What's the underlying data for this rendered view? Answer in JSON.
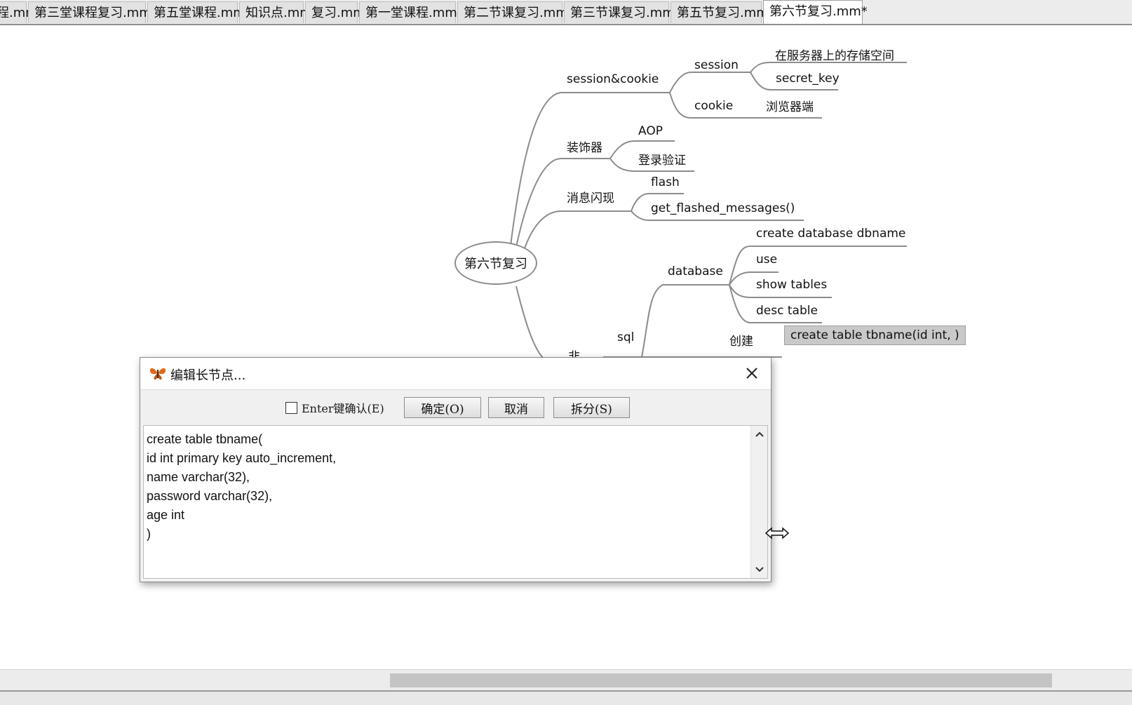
{
  "tabs": [
    {
      "label": "程.mm"
    },
    {
      "label": "第三堂课程复习.mm"
    },
    {
      "label": "第五堂课程.mm"
    },
    {
      "label": "知识点.mm"
    },
    {
      "label": "复习.mm"
    },
    {
      "label": "第一堂课程.mm"
    },
    {
      "label": "第二节课复习.mm"
    },
    {
      "label": "第三节课复习.mm"
    },
    {
      "label": "第五节复习.mm"
    },
    {
      "label": "第六节复习.mm*"
    }
  ],
  "mindmap": {
    "root": "第六节复习",
    "session_cookie": "session&cookie",
    "session": "session",
    "session_storage": "在服务器上的存储空间",
    "secret_key": "secret_key",
    "cookie": "cookie",
    "cookie_browser": "浏览器端",
    "decorator": "装饰器",
    "aop": "AOP",
    "login_check": "登录验证",
    "flash_msg": "消息闪现",
    "flash": "flash",
    "get_flashed": "get_flashed_messages()",
    "database": "database",
    "create_db": "create database dbname",
    "use": "use",
    "show_tables": "show tables",
    "desc_table": "desc table",
    "sql": "sql",
    "create": "创建",
    "create_table": "create table tbname(id int, )",
    "partial": "非"
  },
  "dialog": {
    "title": "编辑长节点...",
    "enter_confirm": "Enter键确认(E)",
    "ok": "确定(O)",
    "cancel": "取消",
    "split": "拆分(S)",
    "lines": [
      "create table tbname(",
      "id int primary key auto_increment,",
      "name varchar(32),",
      "password varchar(32),",
      "age int",
      ")"
    ]
  }
}
